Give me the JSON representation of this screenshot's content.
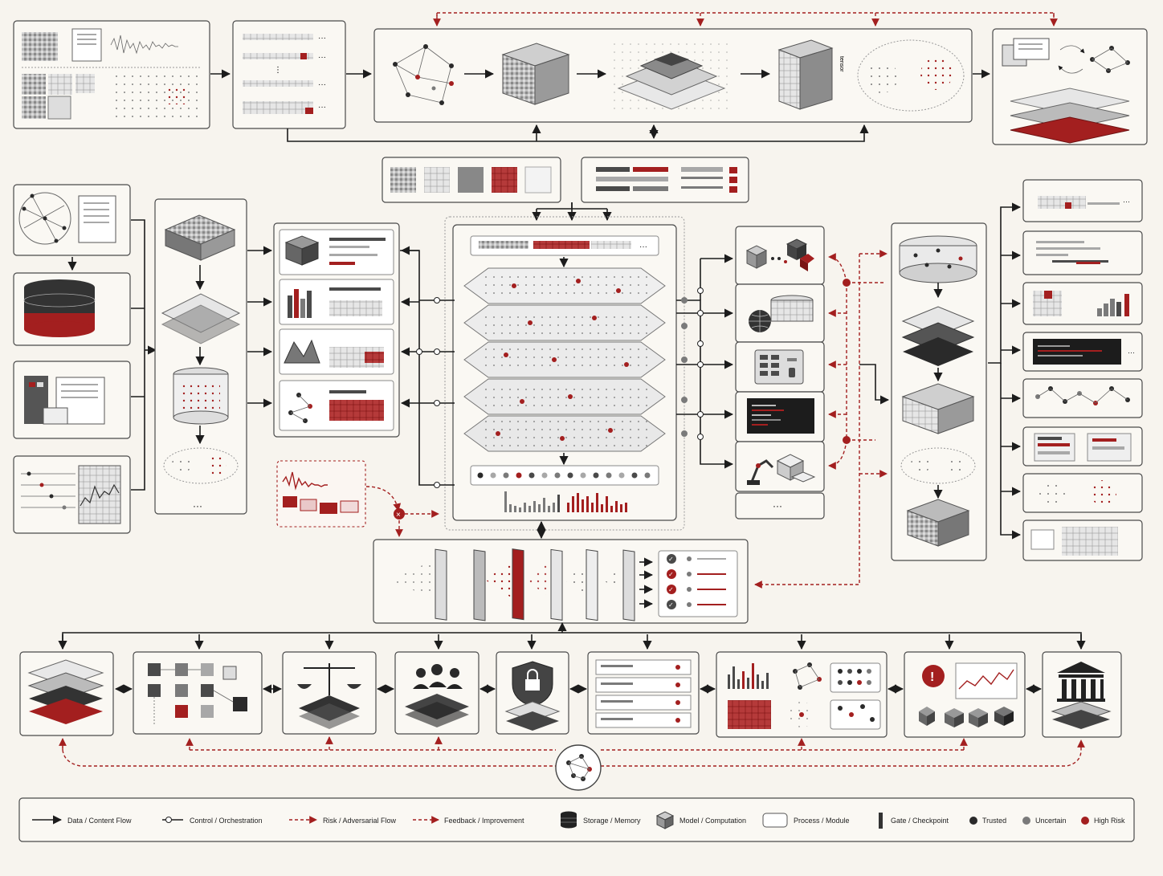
{
  "legend": {
    "data_flow": "Data / Content Flow",
    "control": "Control / Orchestration",
    "risk": "Risk / Adversarial Flow",
    "feedback": "Feedback / Improvement",
    "storage": "Storage / Memory",
    "model": "Model / Computation",
    "process": "Process / Module",
    "gate": "Gate / Checkpoint",
    "trusted": "Trusted",
    "uncertain": "Uncertain",
    "high_risk": "High Risk"
  },
  "colors": {
    "accent_red": "#a31f1f",
    "dark": "#1c1c1c",
    "background": "#f7f4ee"
  }
}
